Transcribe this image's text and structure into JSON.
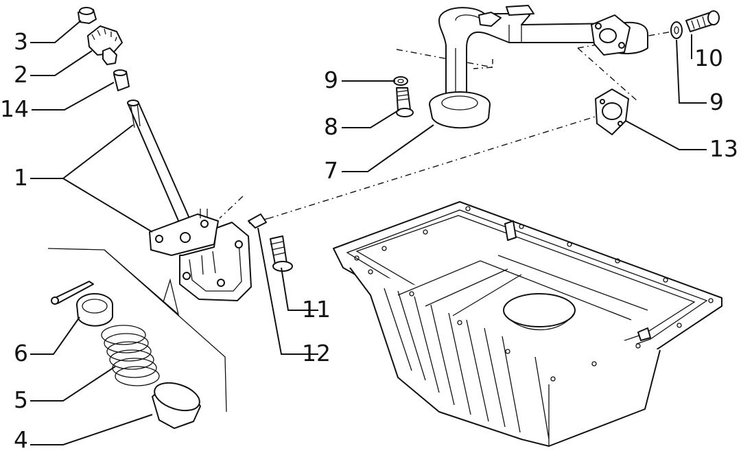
{
  "callouts": [
    {
      "id": "3",
      "text": "3"
    },
    {
      "id": "2",
      "text": "2"
    },
    {
      "id": "14",
      "text": "14"
    },
    {
      "id": "1",
      "text": "1"
    },
    {
      "id": "6",
      "text": "6"
    },
    {
      "id": "5",
      "text": "5"
    },
    {
      "id": "4",
      "text": "4"
    },
    {
      "id": "9a",
      "text": "9"
    },
    {
      "id": "8",
      "text": "8"
    },
    {
      "id": "7",
      "text": "7"
    },
    {
      "id": "11",
      "text": "11"
    },
    {
      "id": "12",
      "text": "12"
    },
    {
      "id": "10",
      "text": "10"
    },
    {
      "id": "9b",
      "text": "9"
    },
    {
      "id": "13",
      "text": "13"
    }
  ],
  "colors": {
    "line": "#111111",
    "background": "#ffffff"
  }
}
